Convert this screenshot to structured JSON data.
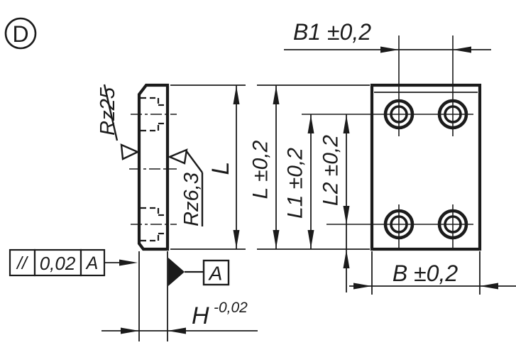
{
  "drawing": {
    "detail_label": "D"
  },
  "dims": {
    "b1": "B1 ±0,2",
    "l_side": "L",
    "l": "L ±0,2",
    "l1": "L1 ±0,2",
    "l2": "L2 ±0,2",
    "b": "B ±0,2",
    "h": "H",
    "h_tol": "-0,02"
  },
  "surface": {
    "left_face": "Rz25",
    "right_face": "Rz6,3"
  },
  "feature_control_frame": {
    "symbol": "//",
    "tolerance": "0,02",
    "datum": "A"
  },
  "datum_flag": {
    "label": "A"
  },
  "colors": {
    "ink": "#1b1b1b",
    "background": "#ffffff"
  }
}
